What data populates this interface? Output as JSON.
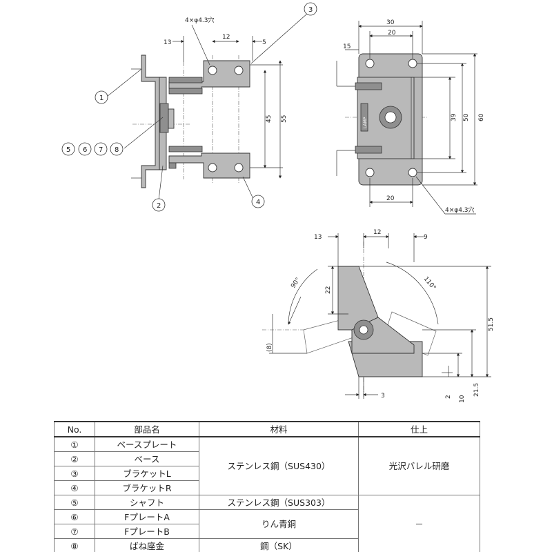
{
  "drawing": {
    "hole_spec_top": "4×φ4.3穴",
    "hole_spec_right": "4×φ4.3穴",
    "callouts": [
      "1",
      "2",
      "3",
      "4",
      "5",
      "6",
      "7",
      "8"
    ],
    "front_view_dims": {
      "d13": "13",
      "d12": "12",
      "d5": "5",
      "d45": "45",
      "d55": "55"
    },
    "side_view_dims": {
      "d30": "30",
      "d20_top": "20",
      "d15": "15",
      "d39": "39",
      "d50": "50",
      "d60": "60",
      "d20_bottom": "20"
    },
    "bottom_view_dims": {
      "d13": "13",
      "d12": "12",
      "d9": "9",
      "d22": "22",
      "d8": "(8)",
      "d51_5": "51.5",
      "d21_5": "21.5",
      "d2": "2",
      "d10": "10",
      "d3": "3",
      "angle90": "90°",
      "angle110": "110°"
    },
    "nameplate": "LAMP"
  },
  "table": {
    "headers": {
      "no": "No.",
      "name": "部品名",
      "material": "材料",
      "finish": "仕上"
    },
    "rows": [
      {
        "no": "①",
        "name": "ベースプレート"
      },
      {
        "no": "②",
        "name": "ベース"
      },
      {
        "no": "③",
        "name": "ブラケットL"
      },
      {
        "no": "④",
        "name": "ブラケットR"
      },
      {
        "no": "⑤",
        "name": "シャフト"
      },
      {
        "no": "⑥",
        "name": "FプレートA"
      },
      {
        "no": "⑦",
        "name": "FプレートB"
      },
      {
        "no": "⑧",
        "name": "ばね座金"
      }
    ],
    "materials": {
      "sus430": "ステンレス鋼（SUS430）",
      "sus303": "ステンレス鋼（SUS303）",
      "bronze": "りん青銅",
      "steel": "鋼（SK）"
    },
    "finishes": {
      "barrel": "光沢バレル研磨",
      "none": "－"
    }
  }
}
